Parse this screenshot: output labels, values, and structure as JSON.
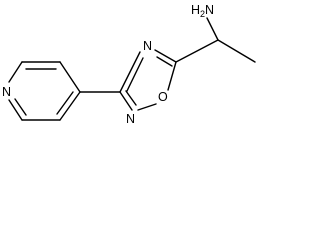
{
  "molecule": {
    "atoms": {
      "amine": {
        "element": "N",
        "label": "H2N"
      },
      "oxadiazole_n_top": {
        "element": "N",
        "label": "N"
      },
      "oxadiazole_n_bottom": {
        "element": "N",
        "label": "N"
      },
      "oxadiazole_o": {
        "element": "O",
        "label": "O"
      },
      "pyridine_n": {
        "element": "N",
        "label": "N"
      }
    },
    "bond_color": "#000000"
  }
}
